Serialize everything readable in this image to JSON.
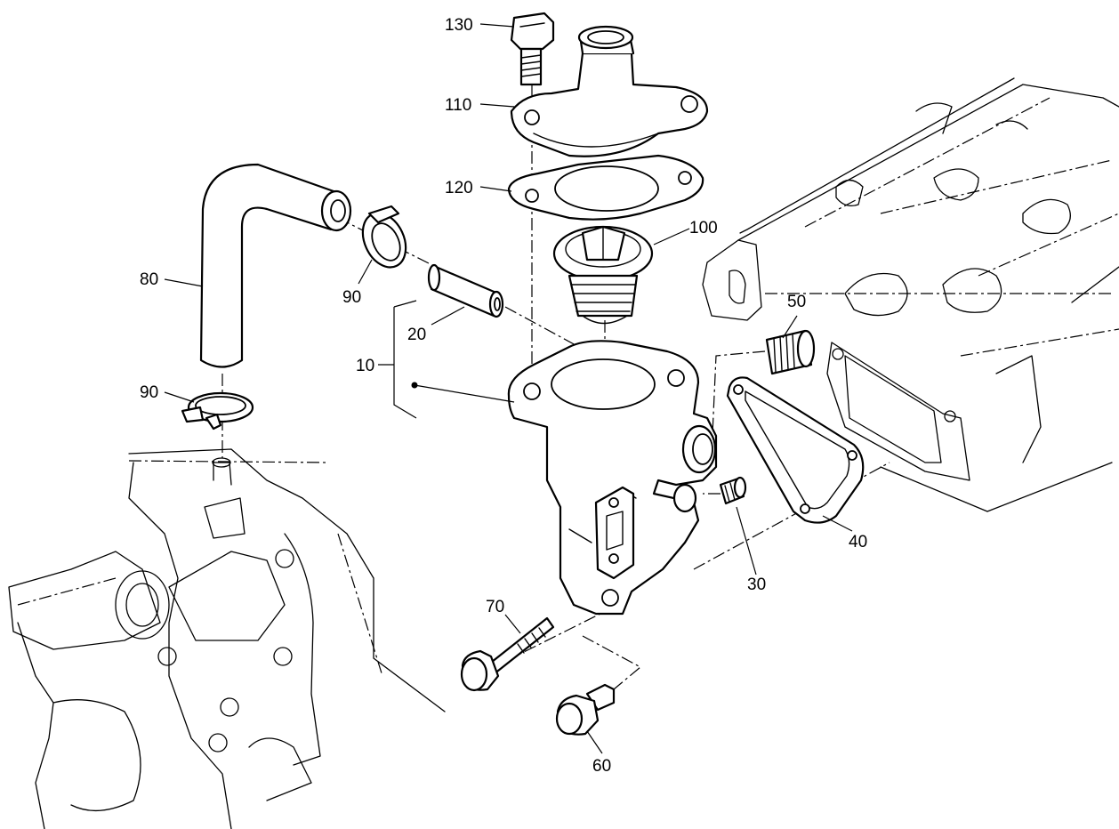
{
  "diagram": {
    "callouts": [
      {
        "id": "c130",
        "text": "130"
      },
      {
        "id": "c110",
        "text": "110"
      },
      {
        "id": "c120",
        "text": "120"
      },
      {
        "id": "c100",
        "text": "100"
      },
      {
        "id": "c80",
        "text": "80"
      },
      {
        "id": "c90a",
        "text": "90"
      },
      {
        "id": "c90b",
        "text": "90"
      },
      {
        "id": "c20",
        "text": "20"
      },
      {
        "id": "c10",
        "text": "10"
      },
      {
        "id": "c50",
        "text": "50"
      },
      {
        "id": "c40",
        "text": "40"
      },
      {
        "id": "c30",
        "text": "30"
      },
      {
        "id": "c70",
        "text": "70"
      },
      {
        "id": "c60",
        "text": "60"
      }
    ]
  }
}
